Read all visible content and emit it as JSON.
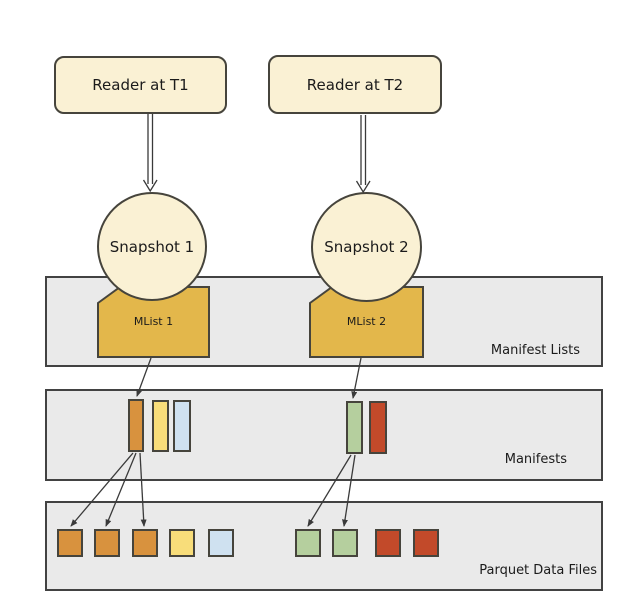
{
  "readers": [
    {
      "label": "Reader at T1"
    },
    {
      "label": "Reader at T2"
    }
  ],
  "snapshots": [
    {
      "label": "Snapshot 1"
    },
    {
      "label": "Snapshot 2"
    }
  ],
  "mlists": [
    {
      "label": "MList 1"
    },
    {
      "label": "MList 2"
    }
  ],
  "bands": {
    "manifest_lists": {
      "label": "Manifest Lists"
    },
    "manifests": {
      "label": "Manifests"
    },
    "parquet": {
      "label": "Parquet Data Files"
    }
  },
  "manifest_rects": [
    {
      "group": 1,
      "color_key": "orange"
    },
    {
      "group": 1,
      "color_key": "yellow"
    },
    {
      "group": 1,
      "color_key": "blue"
    },
    {
      "group": 2,
      "color_key": "green"
    },
    {
      "group": 2,
      "color_key": "red"
    }
  ],
  "parquet_files": [
    {
      "color_key": "orange"
    },
    {
      "color_key": "orange"
    },
    {
      "color_key": "orange"
    },
    {
      "color_key": "yellow"
    },
    {
      "color_key": "blue"
    },
    {
      "color_key": "green"
    },
    {
      "color_key": "green"
    },
    {
      "color_key": "red"
    },
    {
      "color_key": "red"
    }
  ],
  "colors": {
    "cream": "#FAF1D4",
    "gold": "#E3B74B",
    "orange": "#D8923E",
    "yellow": "#F8DD7A",
    "blue": "#CFE1F0",
    "green": "#B5CF9E",
    "red": "#C24A2A",
    "band_fill": "#EAEAEA",
    "band_border": "#424242",
    "outline": "#46443C",
    "line": "#3A3A3A"
  }
}
